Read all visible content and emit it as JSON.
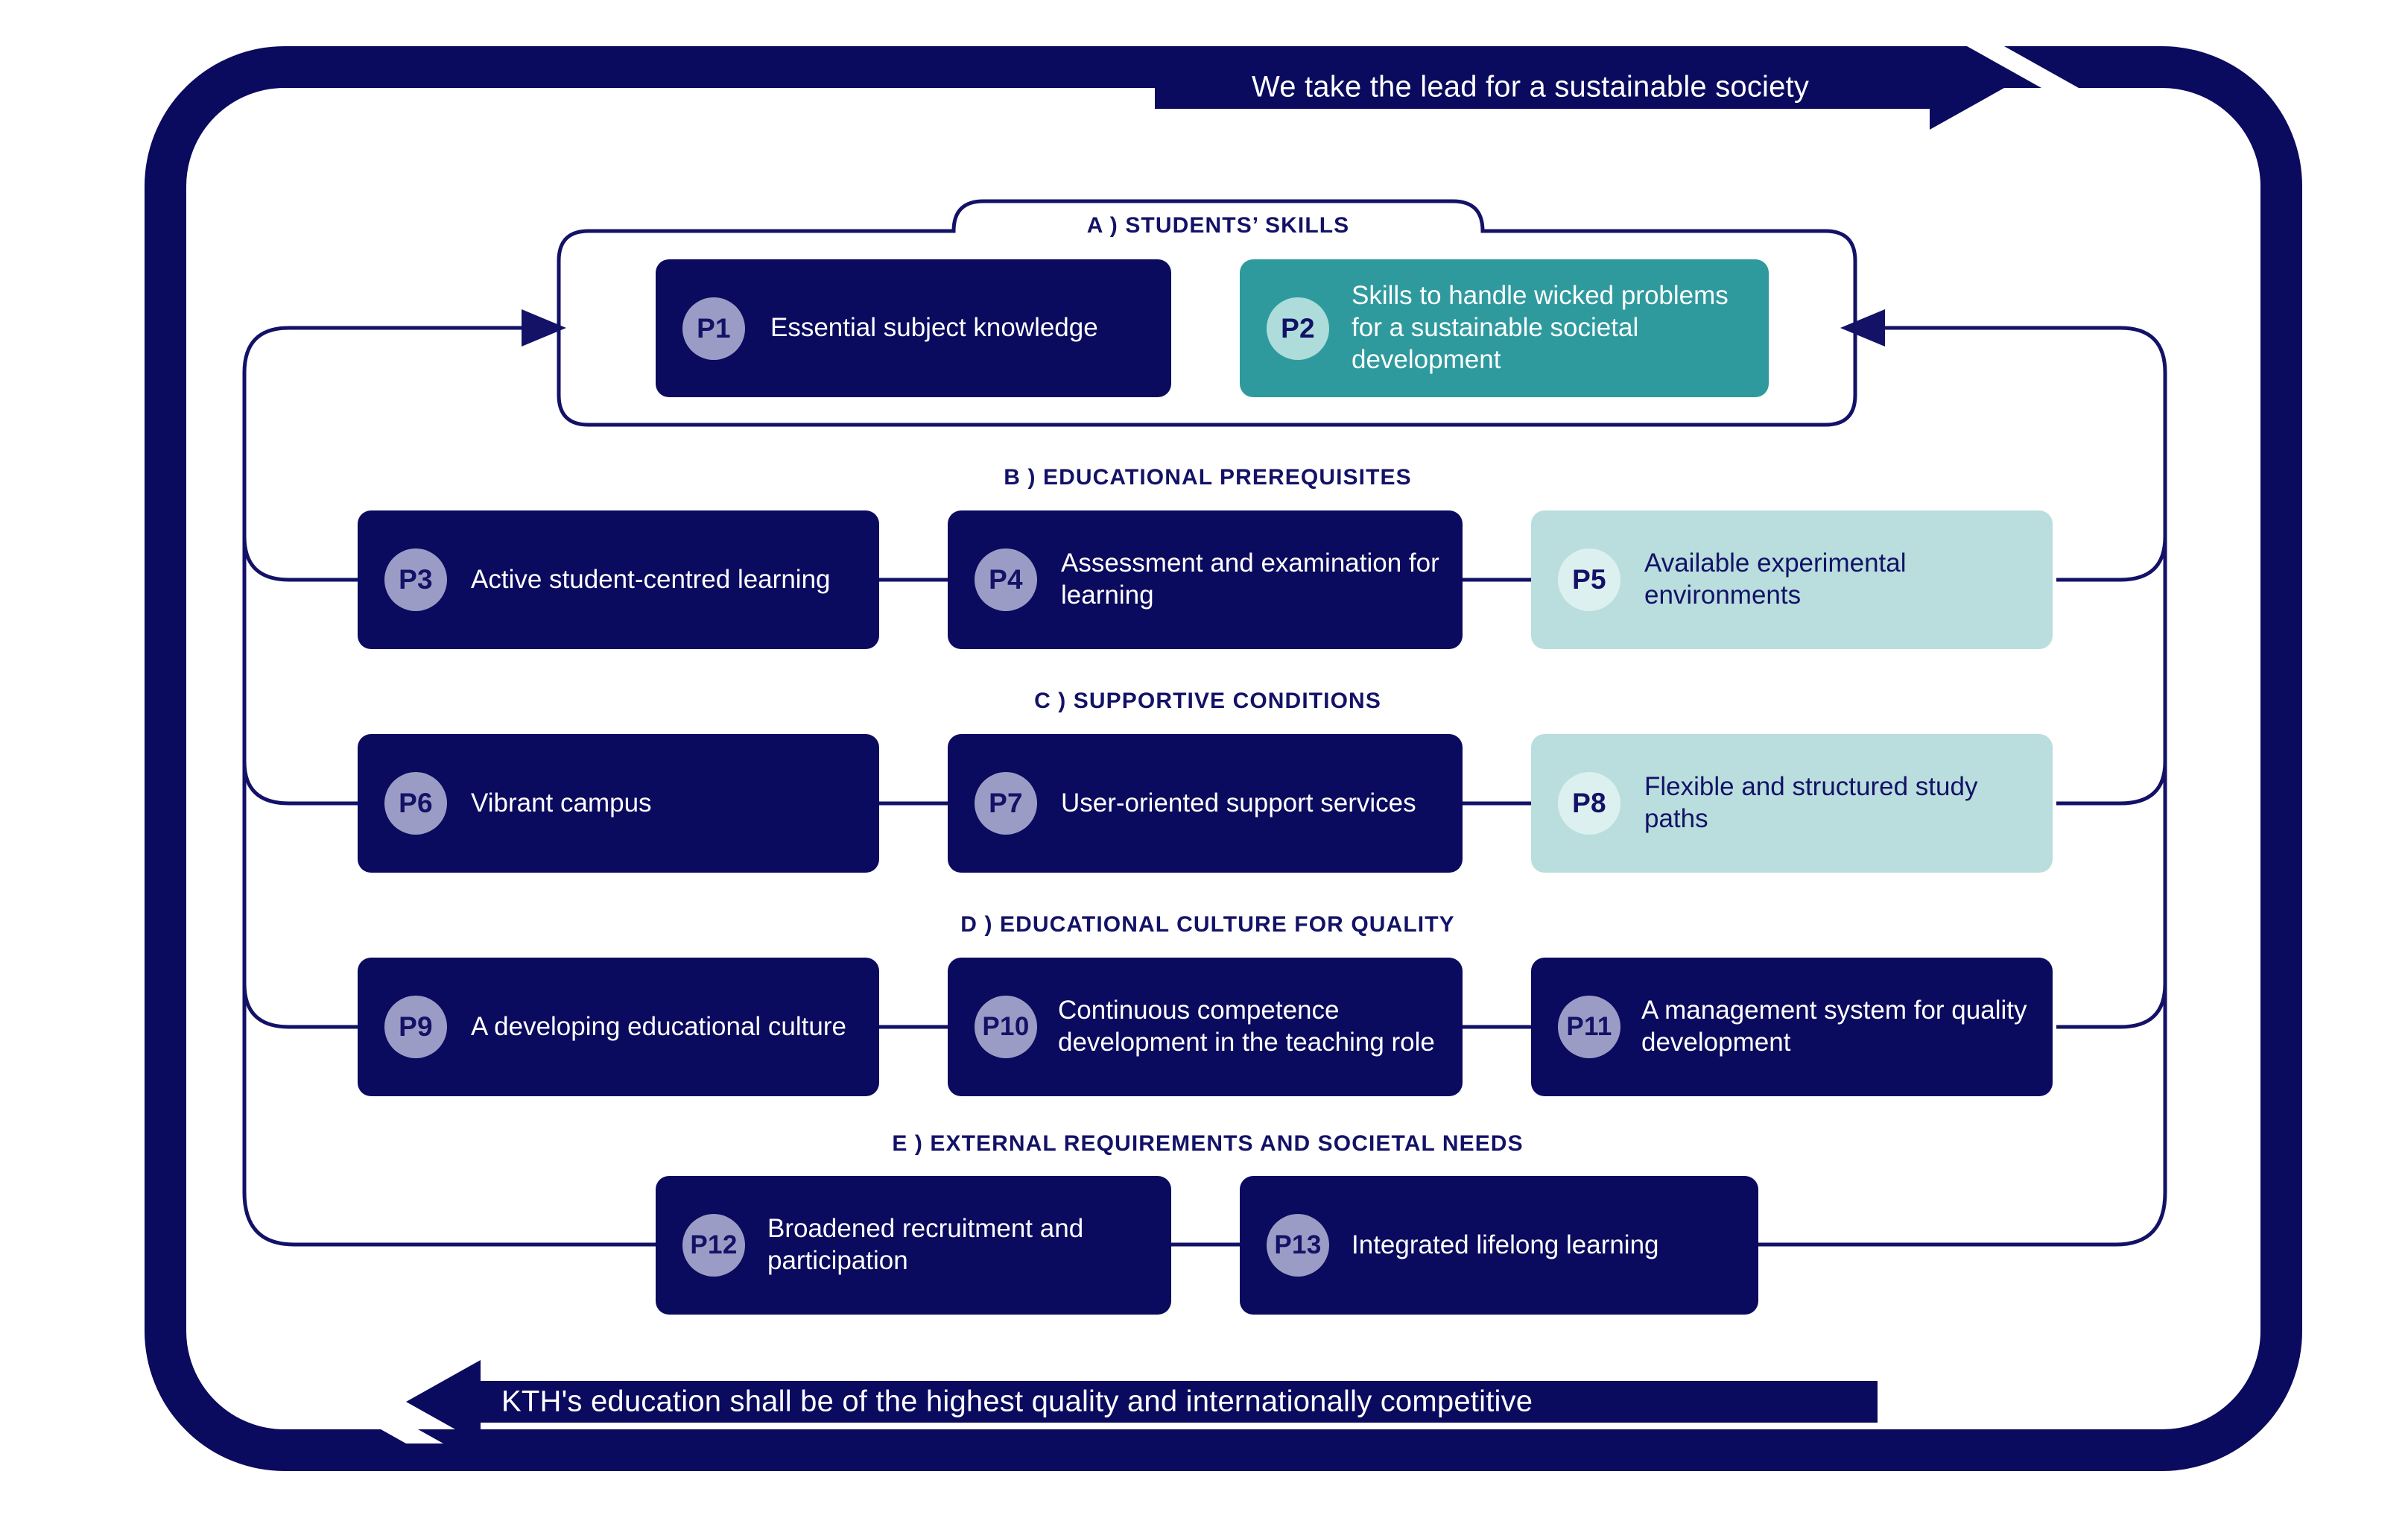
{
  "banners": {
    "top": {
      "text": "We take the lead for a sustainable society",
      "direction": "right",
      "icon": "arrow-right-chevron-icon"
    },
    "bottom": {
      "text": "KTH's education shall be of the highest quality and internationally competitive",
      "direction": "left",
      "icon": "arrow-left-chevron-icon"
    }
  },
  "colors": {
    "navy": "#0A0A5E",
    "outline_navy": "#131267",
    "teal": "#2F9A9E",
    "pale_teal": "#B9DEDD",
    "badge_lavender": "#9B9CC6",
    "badge_pale_teal": "#ADDCDB",
    "badge_very_light": "#DDF0F0",
    "white": "#FFFFFF"
  },
  "sections": [
    {
      "key": "A",
      "heading": "A ) STUDENTS’ SKILLS",
      "cards": [
        {
          "id": "P1",
          "label": "Essential subject knowledge",
          "style": "navy",
          "badge_style": "lav"
        },
        {
          "id": "P2",
          "label": "Skills to handle wicked problems for a sustainable societal development",
          "style": "teal",
          "badge_style": "paleteal"
        }
      ]
    },
    {
      "key": "B",
      "heading": "B ) EDUCATIONAL PREREQUISITES",
      "cards": [
        {
          "id": "P3",
          "label": "Active student-centred learning",
          "style": "navy",
          "badge_style": "lav"
        },
        {
          "id": "P4",
          "label": "Assessment and examination for learning",
          "style": "navy",
          "badge_style": "lav"
        },
        {
          "id": "P5",
          "label": "Available experimental environments",
          "style": "paleteal",
          "badge_style": "verylight"
        }
      ]
    },
    {
      "key": "C",
      "heading": "C ) SUPPORTIVE CONDITIONS",
      "cards": [
        {
          "id": "P6",
          "label": "Vibrant campus",
          "style": "navy",
          "badge_style": "lav"
        },
        {
          "id": "P7",
          "label": "User-oriented support services",
          "style": "navy",
          "badge_style": "lav"
        },
        {
          "id": "P8",
          "label": "Flexible and structured study paths",
          "style": "paleteal",
          "badge_style": "verylight"
        }
      ]
    },
    {
      "key": "D",
      "heading": "D ) EDUCATIONAL CULTURE FOR QUALITY",
      "cards": [
        {
          "id": "P9",
          "label": "A developing educational culture",
          "style": "navy",
          "badge_style": "lav"
        },
        {
          "id": "P10",
          "label": "Continuous competence development in the teaching role",
          "style": "navy",
          "badge_style": "lav"
        },
        {
          "id": "P11",
          "label": "A management system for quality development",
          "style": "navy",
          "badge_style": "lav"
        }
      ]
    },
    {
      "key": "E",
      "heading": "E ) EXTERNAL REQUIREMENTS AND SOCIETAL NEEDS",
      "cards": [
        {
          "id": "P12",
          "label": "Broadened recruitment and participation",
          "style": "navy",
          "badge_style": "lav"
        },
        {
          "id": "P13",
          "label": "Integrated lifelong learning",
          "style": "navy",
          "badge_style": "lav"
        }
      ]
    }
  ]
}
